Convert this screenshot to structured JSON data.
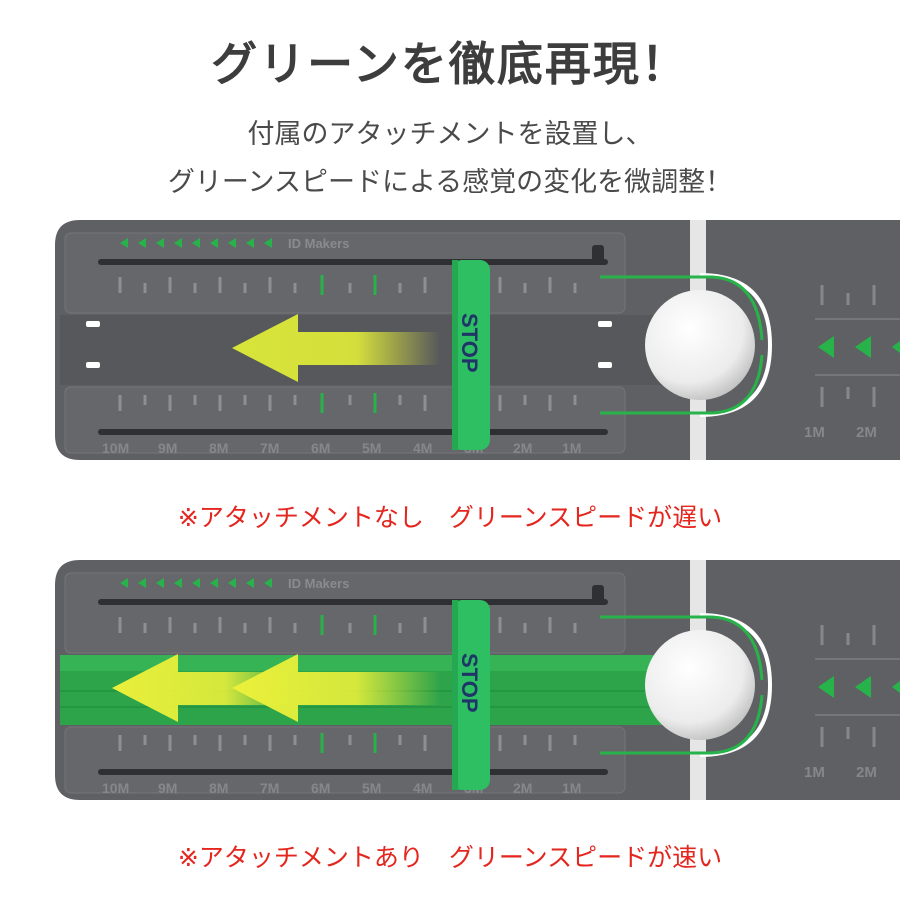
{
  "headline": "グリーンを徹底再現！",
  "subtitle_lines": [
    "付属のアタッチメントを設置し、",
    "グリーンスピードによる感覚の変化を微調整！"
  ],
  "device": {
    "brand": "ID Makers",
    "stop_label": "STOP",
    "distance_labels": [
      "10M",
      "9M",
      "8M",
      "7M",
      "6M",
      "5M",
      "4M",
      "3M",
      "2M",
      "1M"
    ],
    "right_labels": [
      "1M",
      "2M"
    ]
  },
  "panels": [
    {
      "caption": "※アタッチメントなし　グリーンスピードが遅い",
      "attachment": false
    },
    {
      "caption": "※アタッチメントあり　グリーンスピードが速い",
      "attachment": true
    }
  ],
  "colors": {
    "device_gray": "#5f6063",
    "accent_green": "#27b34a",
    "arrow_yellow": "#dbe63a",
    "caption_red": "#e4261e",
    "headline_gray": "#3d3d3d"
  }
}
